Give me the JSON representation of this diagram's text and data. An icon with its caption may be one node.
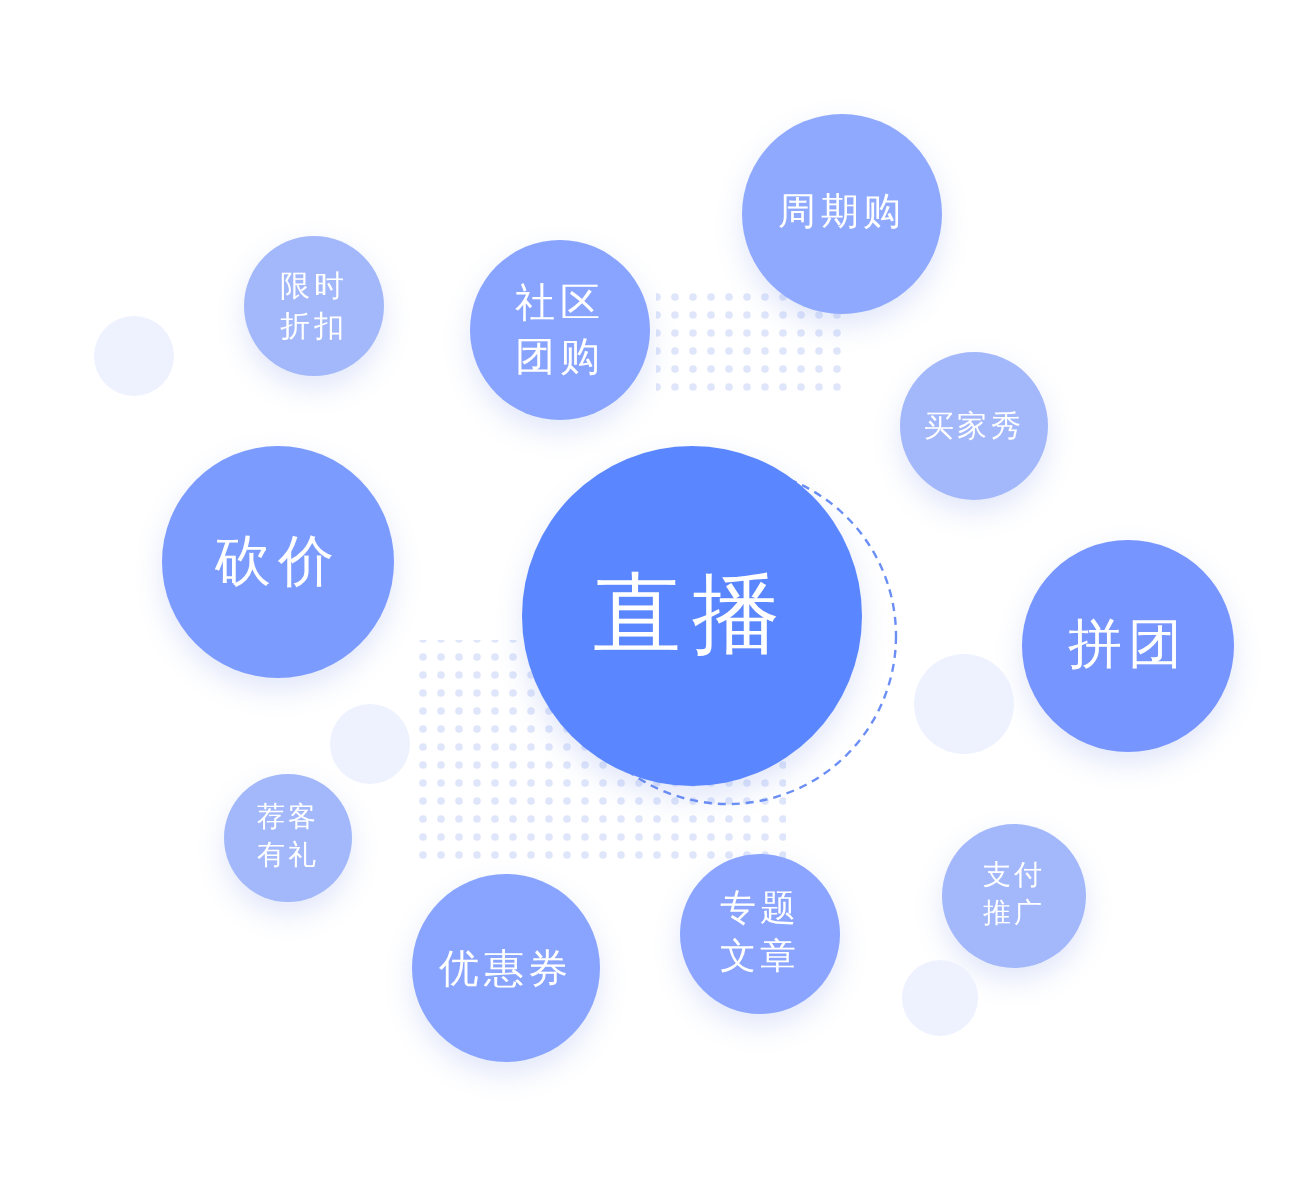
{
  "diagram": {
    "nodes": [
      {
        "text": [
          "周期购"
        ]
      },
      {
        "text": [
          "限时折扣"
        ]
      },
      {
        "text": [
          "社区团购"
        ]
      },
      {
        "text": [],
        "shape": "circle"
      },
      {
        "text": [
          "买家秀"
        ]
      },
      {
        "text": [
          "砍价"
        ]
      },
      {
        "text": [
          "直播"
        ]
      },
      {
        "text": [
          "拼团"
        ]
      },
      {
        "text": [],
        "shape": "circle"
      },
      {
        "text": [],
        "shape": "circle"
      },
      {
        "text": [
          "荐客有礼"
        ]
      },
      {
        "text": [
          "支付推广"
        ]
      },
      {
        "text": [
          "专题文章"
        ]
      },
      {
        "text": [
          "优惠券"
        ]
      },
      {
        "text": [],
        "shape": "circle"
      }
    ]
  }
}
